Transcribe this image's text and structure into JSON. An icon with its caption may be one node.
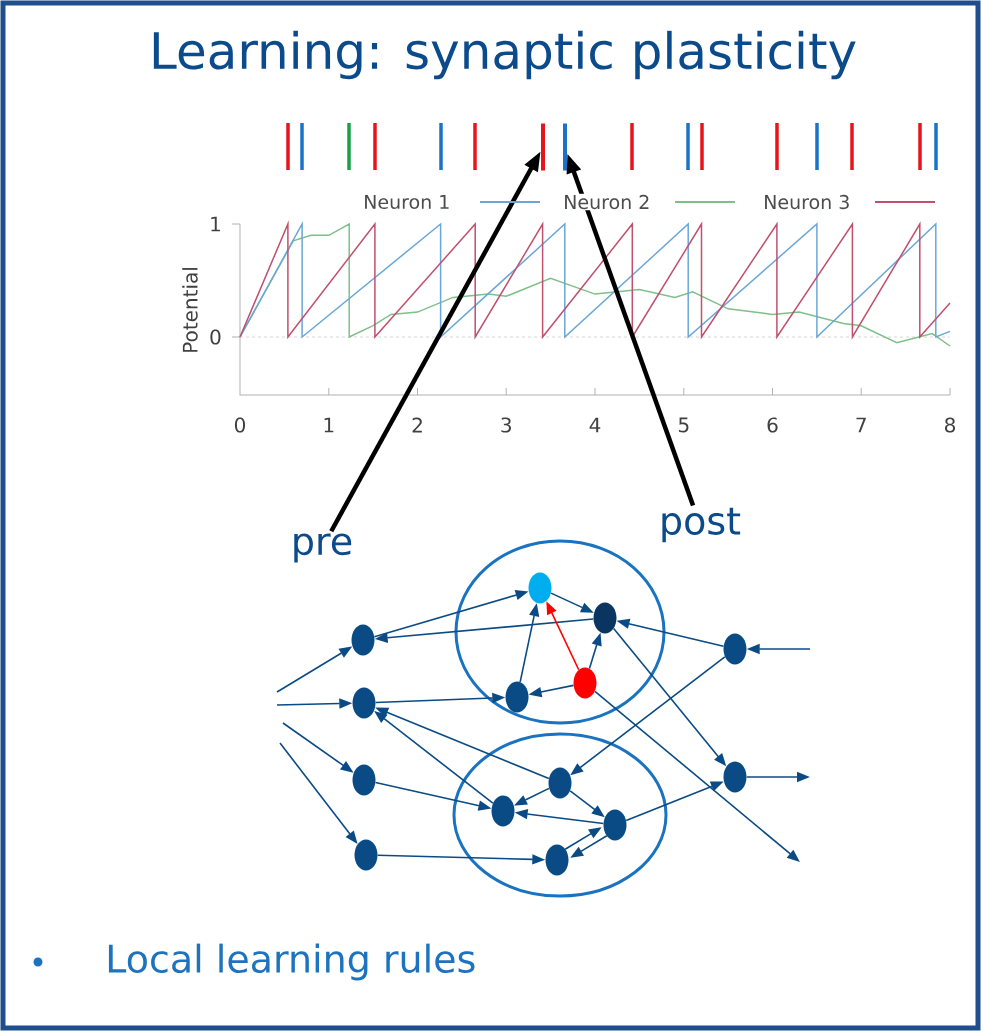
{
  "diagram": {
    "title": "Learning: synaptic plasticity",
    "nodes": [
      {
        "text": [],
        "shape": "bar"
      },
      {
        "text": [],
        "shape": "bar"
      },
      {
        "text": [
          "pre"
        ]
      },
      {
        "text": [
          "post"
        ]
      },
      {
        "text": [],
        "shape": "circle"
      },
      {
        "text": [],
        "shape": "circle",
        "in": 4
      },
      {
        "text": [],
        "shape": "circle",
        "in": 4
      },
      {
        "text": [],
        "shape": "circle",
        "in": 4
      },
      {
        "text": [],
        "shape": "circle",
        "in": 4
      },
      {
        "text": [],
        "shape": "circle"
      },
      {
        "text": [],
        "shape": "circle",
        "in": 9
      },
      {
        "text": [],
        "shape": "circle",
        "in": 9
      },
      {
        "text": [],
        "shape": "circle",
        "in": 9
      },
      {
        "text": [],
        "shape": "circle",
        "in": 9
      },
      {
        "text": [],
        "shape": "circle"
      },
      {
        "text": [],
        "shape": "circle"
      },
      {
        "text": [],
        "shape": "circle"
      },
      {
        "text": [],
        "shape": "circle"
      },
      {
        "text": [],
        "shape": "circle"
      },
      {
        "text": [],
        "shape": "circle"
      }
    ],
    "edges": [
      {
        "from": 2,
        "to": 0,
        "arrow": "to",
        "style": "thick",
        "color": "#000000"
      },
      {
        "from": 3,
        "to": 1,
        "arrow": "to",
        "style": "thick",
        "color": "#000000"
      },
      {
        "from": null,
        "to": 14,
        "arrow": "to"
      },
      {
        "from": null,
        "to": 15,
        "arrow": "to"
      },
      {
        "from": null,
        "to": 16,
        "arrow": "to"
      },
      {
        "from": null,
        "to": 17,
        "arrow": "to"
      },
      {
        "from": 14,
        "to": 5,
        "arrow": "to"
      },
      {
        "from": 6,
        "to": 14,
        "arrow": "to"
      },
      {
        "from": 15,
        "to": 7,
        "arrow": "to"
      },
      {
        "from": 10,
        "to": 15,
        "arrow": "to"
      },
      {
        "from": 11,
        "to": 15,
        "arrow": "to"
      },
      {
        "from": 16,
        "to": 11,
        "arrow": "to"
      },
      {
        "from": 17,
        "to": 13,
        "arrow": "to"
      },
      {
        "from": 5,
        "to": 6,
        "arrow": "to"
      },
      {
        "from": 7,
        "to": 5,
        "arrow": "to"
      },
      {
        "from": 8,
        "to": 5,
        "arrow": "to",
        "color": "#ff0000"
      },
      {
        "from": 8,
        "to": 6,
        "arrow": "to"
      },
      {
        "from": 8,
        "to": 7,
        "arrow": "to"
      },
      {
        "from": 8,
        "to": null,
        "arrow": "to"
      },
      {
        "from": 6,
        "to": 19,
        "arrow": "to"
      },
      {
        "from": 18,
        "to": 6,
        "arrow": "to"
      },
      {
        "from": null,
        "to": 18,
        "arrow": "to"
      },
      {
        "from": 18,
        "to": 10,
        "arrow": "to"
      },
      {
        "from": 10,
        "to": 11,
        "arrow": "to"
      },
      {
        "from": 10,
        "to": 12,
        "arrow": "to"
      },
      {
        "from": 12,
        "to": 11,
        "arrow": "to"
      },
      {
        "from": 13,
        "to": 12,
        "arrow": "to"
      },
      {
        "from": 12,
        "to": 13,
        "arrow": "to"
      },
      {
        "from": 12,
        "to": 19,
        "arrow": "to"
      },
      {
        "from": 19,
        "to": null,
        "arrow": "to"
      }
    ],
    "labels": [
      "1",
      "0",
      "Potential",
      "0",
      "1",
      "2",
      "3",
      "4",
      "5",
      "6",
      "7",
      "8",
      "Local learning rules"
    ],
    "legend": [
      {
        "text": "Neuron 1"
      },
      {
        "text": "Neuron 2"
      },
      {
        "text": "Neuron 3"
      }
    ]
  }
}
